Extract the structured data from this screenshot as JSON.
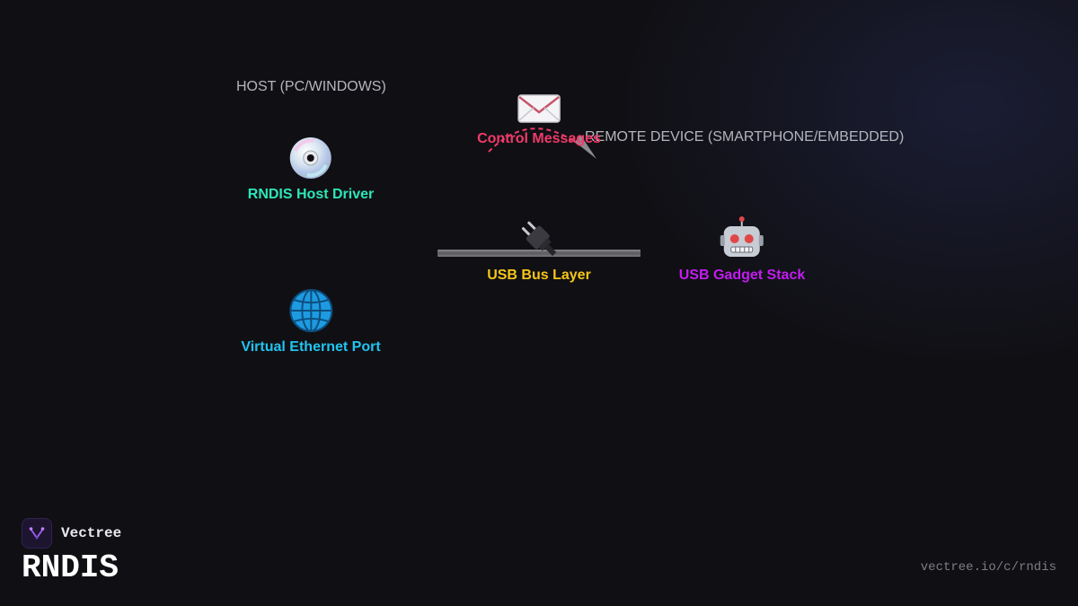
{
  "sections": {
    "host": "HOST (PC/WINDOWS)",
    "remote": "REMOTE DEVICE (SMARTPHONE/EMBEDDED)"
  },
  "nodes": {
    "rndis_host_driver": {
      "label": "RNDIS Host Driver",
      "icon": "disc-icon",
      "color": "#2ee6b8"
    },
    "virtual_ethernet_port": {
      "label": "Virtual Ethernet Port",
      "icon": "globe-icon",
      "color": "#22c3f0"
    },
    "control_messages": {
      "label": "Control Messages",
      "icon": "envelope-icon",
      "color": "#f03a6a"
    },
    "usb_bus_layer": {
      "label": "USB Bus Layer",
      "icon": "plug-icon",
      "color": "#f5c518"
    },
    "usb_gadget_stack": {
      "label": "USB Gadget Stack",
      "icon": "robot-icon",
      "color": "#c21cf0"
    }
  },
  "brand": {
    "name": "Vectree",
    "logo_color": "#a05cf0"
  },
  "title": "RNDIS",
  "url": "vectree.io/c/rndis"
}
